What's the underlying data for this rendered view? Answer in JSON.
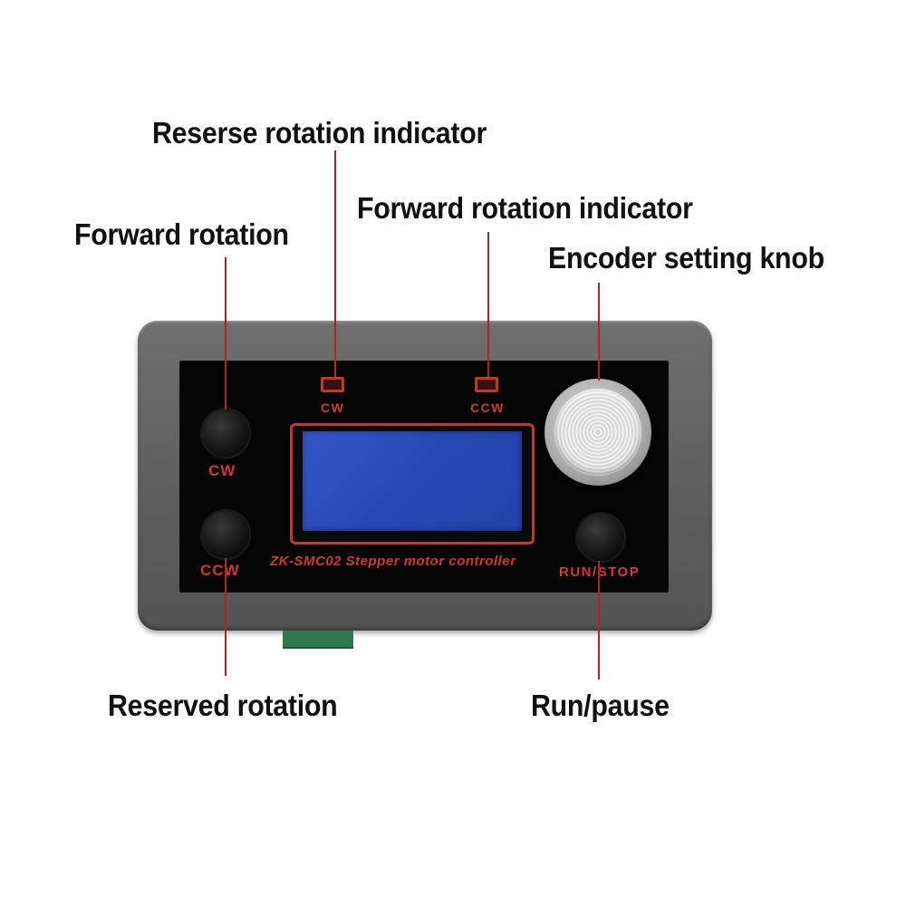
{
  "callouts": {
    "reverse_indicator": "Reserse rotation indicator",
    "forward_indicator": "Forward rotation indicator",
    "forward_rotation": "Forward rotation",
    "encoder_knob": "Encoder setting knob",
    "reserved_rotation": "Reserved rotation",
    "run_pause": "Run/pause"
  },
  "panel": {
    "led_cw_label": "CW",
    "led_ccw_label": "CCW",
    "button_cw_label": "CW",
    "button_ccw_label": "CCW",
    "run_stop_label": "RUN/STOP",
    "model_label": "ZK-SMC02  Stepper motor controller"
  },
  "colors": {
    "leader_line": "#b22222",
    "panel_text": "#d03a2e",
    "lcd": "#2f50bf",
    "housing": "#666666"
  }
}
